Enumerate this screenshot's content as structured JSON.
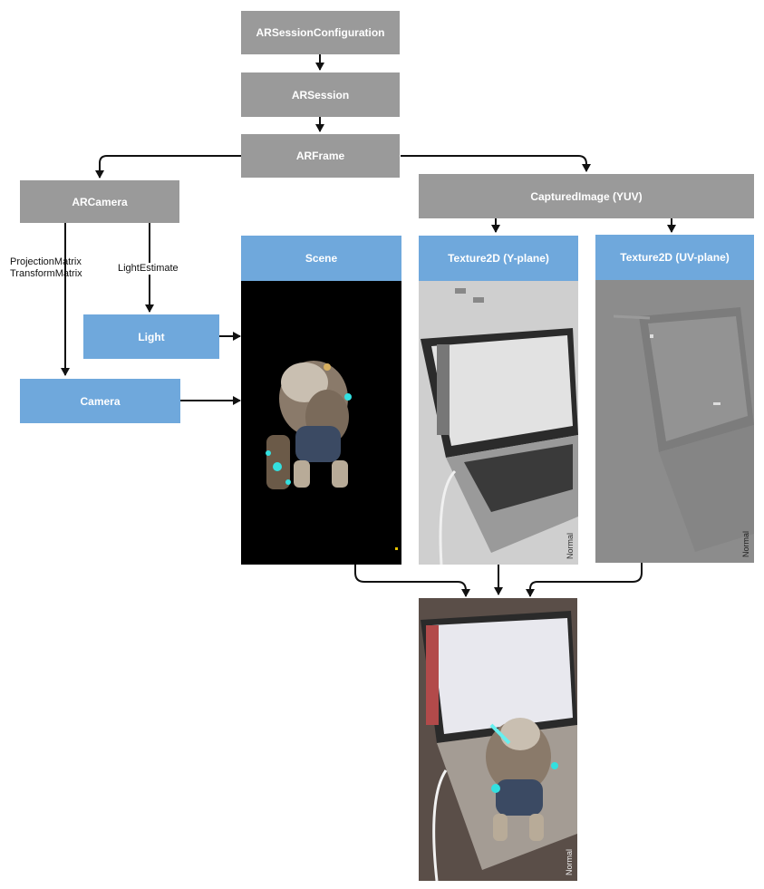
{
  "nodes": {
    "config": "ARSessionConfiguration",
    "session": "ARSession",
    "frame": "ARFrame",
    "camera_src": "ARCamera",
    "captured": "CapturedImage (YUV)",
    "scene": "Scene",
    "tex_y": "Texture2D (Y-plane)",
    "tex_uv": "Texture2D (UV-plane)",
    "light": "Light",
    "camera": "Camera"
  },
  "edge_labels": {
    "projection": "ProjectionMatrix",
    "transform": "TransformMatrix",
    "light_estimate": "LightEstimate"
  },
  "panel_text": {
    "y_status": "Normal",
    "uv_status": "Normal",
    "result_status": "Normal"
  },
  "colors": {
    "gray_node": "#9a9a9a",
    "blue_node": "#6fa8dc",
    "arrow": "#111111"
  }
}
